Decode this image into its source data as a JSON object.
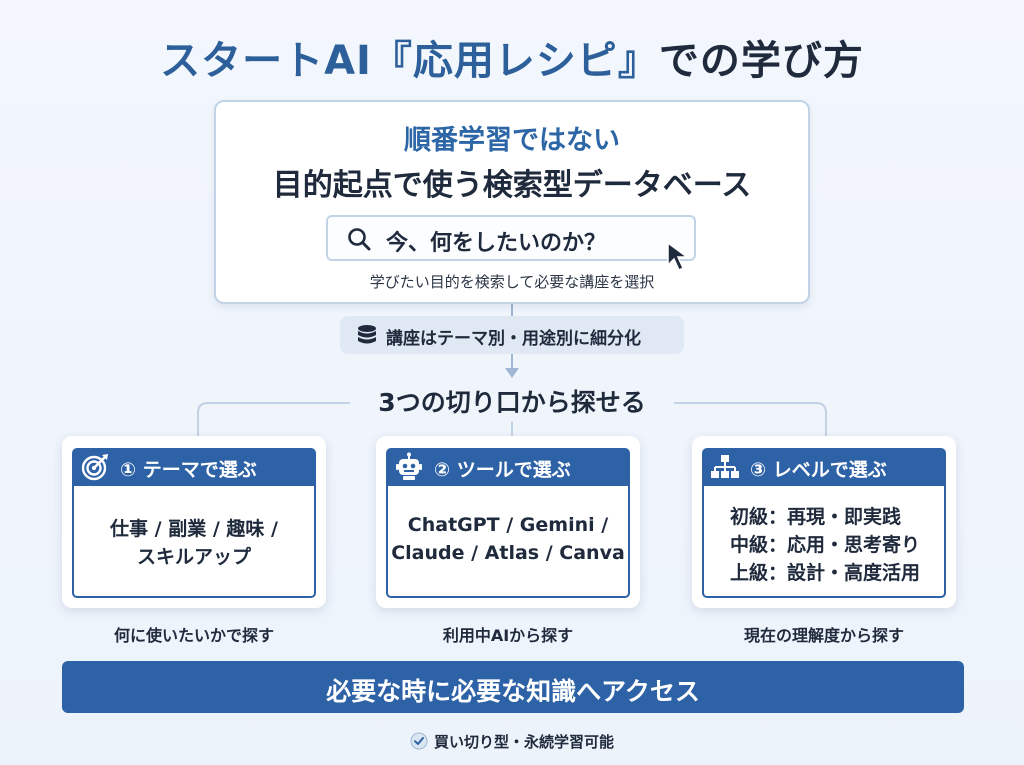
{
  "title": {
    "part1": "スタートAI『応用レシピ』",
    "part2": "での学び方"
  },
  "top_box": {
    "line1": "順番学習ではない",
    "line2": "目的起点で使う検索型データベース",
    "search_text": "今、何をしたいのか？",
    "caption": "学びたい目的を検索して必要な講座を選択"
  },
  "db_pill": {
    "label": "講座はテーマ別・用途別に細分化"
  },
  "cuts_title": "3つの切り口から探せる",
  "cards": [
    {
      "header": "① テーマで選ぶ",
      "lines": [
        "仕事 / 副業 / 趣味 /",
        "スキルアップ"
      ],
      "caption": "何に使いたいかで探す"
    },
    {
      "header": "② ツールで選ぶ",
      "lines": [
        "ChatGPT / Gemini /",
        "Claude / Atlas / Canva"
      ],
      "caption": "利用中AIから探す"
    },
    {
      "header": "③ レベルで選ぶ",
      "lines": [
        "初級：再現・即実践",
        "中級：応用・思考寄り",
        "上級：設計・高度活用"
      ],
      "caption": "現在の理解度から探す"
    }
  ],
  "banner": "必要な時に必要な知識へアクセス",
  "footnote": "買い切り型・永続学習可能",
  "colors": {
    "accent_blue": "#2e62a6",
    "title_blue": "#2d5f9a",
    "box_border": "#c3d3e6",
    "text_dark": "#1f2a3c"
  },
  "icons": [
    "search-icon",
    "cursor-icon",
    "database-icon",
    "target-icon",
    "robot-icon",
    "hierarchy-icon",
    "check-circle-icon"
  ]
}
